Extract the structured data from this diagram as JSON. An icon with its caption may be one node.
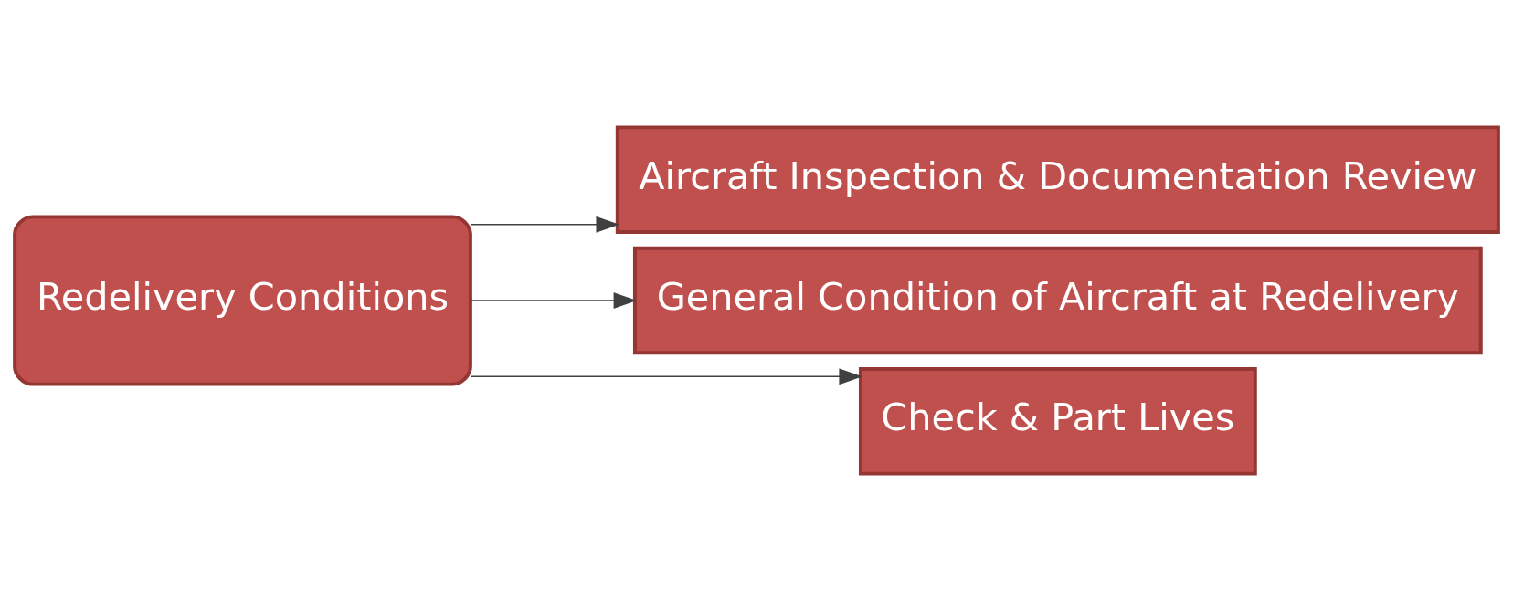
{
  "diagram": {
    "nodes": [
      {
        "text": [
          "Redelivery Conditions"
        ]
      },
      {
        "text": [
          "Aircraft Inspection & Documentation Review"
        ]
      },
      {
        "text": [
          "General Condition of Aircraft at Redelivery"
        ]
      },
      {
        "text": [
          "Check & Part Lives"
        ]
      }
    ],
    "edges": [
      {
        "from": 0,
        "to": 1,
        "arrow": "to"
      },
      {
        "from": 0,
        "to": 2,
        "arrow": "to"
      },
      {
        "from": 0,
        "to": 3,
        "arrow": "to"
      }
    ]
  }
}
